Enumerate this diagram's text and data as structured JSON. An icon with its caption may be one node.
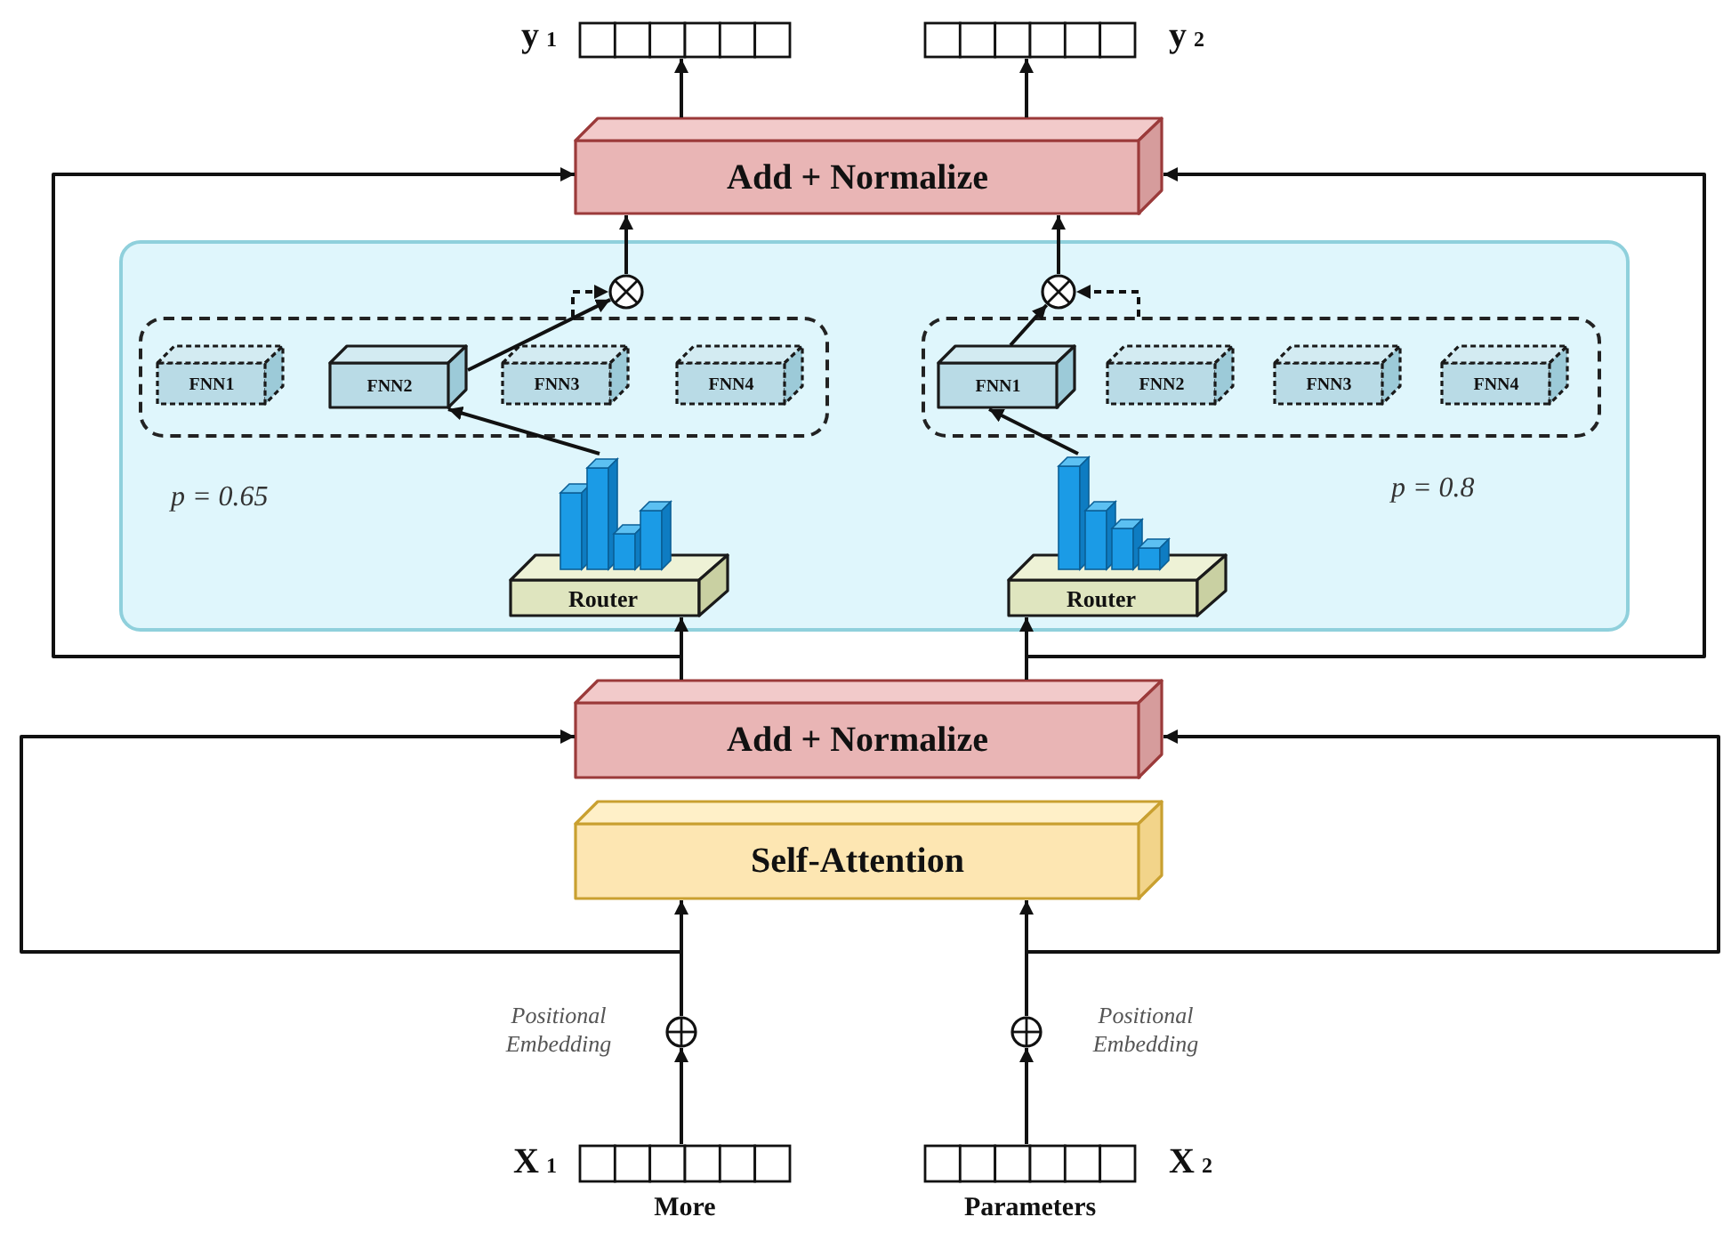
{
  "diagram": {
    "nodes": [
      {
        "text": [],
        "shape": "box",
        "beside": [
          "y$_{1}$"
        ]
      },
      {
        "text": [],
        "shape": "box",
        "beside": [
          "y$_{2}$"
        ]
      },
      {
        "text": [
          "Add + Normalize"
        ]
      },
      {
        "text": [],
        "shape": "box"
      },
      {
        "text": [],
        "shape": "box",
        "in": 3
      },
      {
        "text": [],
        "shape": "circle",
        "in": 3
      },
      {
        "text": [
          "FNN1"
        ],
        "in": 4
      },
      {
        "text": [
          "FNN2"
        ],
        "in": 4
      },
      {
        "text": [
          "FNN3"
        ],
        "in": 4
      },
      {
        "text": [
          "FNN4"
        ],
        "in": 4
      },
      {
        "text": [
          "Router"
        ],
        "in": 3
      },
      {
        "text": [],
        "shape": "box",
        "in": 3
      },
      {
        "text": [],
        "shape": "circle",
        "in": 3
      },
      {
        "text": [
          "FNN1"
        ],
        "in": 11
      },
      {
        "text": [
          "FNN2"
        ],
        "in": 11
      },
      {
        "text": [
          "FNN3"
        ],
        "in": 11
      },
      {
        "text": [
          "FNN4"
        ],
        "in": 11
      },
      {
        "text": [
          "Router"
        ],
        "in": 3
      },
      {
        "text": [
          "Add + Normalize"
        ]
      },
      {
        "text": [
          "Self-Attention"
        ]
      },
      {
        "text": [],
        "shape": "circle",
        "beside": [
          "Positional Embedding"
        ]
      },
      {
        "text": [],
        "shape": "circle",
        "beside": [
          "Positional Embedding"
        ]
      },
      {
        "text": [],
        "shape": "box",
        "beside": [
          "X$_{1}$",
          "More"
        ]
      },
      {
        "text": [],
        "shape": "box",
        "beside": [
          "X$_{2}$",
          "Parameters"
        ]
      }
    ],
    "edges": [
      {
        "from": 2,
        "to": 0,
        "arrow": "to"
      },
      {
        "from": 2,
        "to": 1,
        "arrow": "to"
      },
      {
        "from": 5,
        "to": 2,
        "arrow": "to"
      },
      {
        "from": 12,
        "to": 2,
        "arrow": "to"
      },
      {
        "from": 7,
        "to": 5,
        "arrow": "to"
      },
      {
        "from": 4,
        "to": 5,
        "arrow": "to",
        "style": "dashed"
      },
      {
        "from": 10,
        "to": 7,
        "arrow": "to"
      },
      {
        "from": 13,
        "to": 12,
        "arrow": "to"
      },
      {
        "from": 11,
        "to": 12,
        "arrow": "to",
        "style": "dashed"
      },
      {
        "from": 17,
        "to": 13,
        "arrow": "to"
      },
      {
        "from": 18,
        "to": 10,
        "arrow": "to"
      },
      {
        "from": 18,
        "to": 17,
        "arrow": "to"
      },
      {
        "from": 18,
        "to": 2,
        "arrow": "to"
      },
      {
        "from": 18,
        "to": 2,
        "arrow": "to"
      },
      {
        "from": 20,
        "to": 18,
        "arrow": "to"
      },
      {
        "from": 21,
        "to": 18,
        "arrow": "to"
      },
      {
        "from": 20,
        "to": 19,
        "arrow": "to"
      },
      {
        "from": 21,
        "to": 19,
        "arrow": "to"
      },
      {
        "from": 22,
        "to": 20,
        "arrow": "to"
      },
      {
        "from": 23,
        "to": 21,
        "arrow": "to"
      }
    ],
    "labels": [
      "p = 0.65",
      "p = 0.8"
    ]
  }
}
